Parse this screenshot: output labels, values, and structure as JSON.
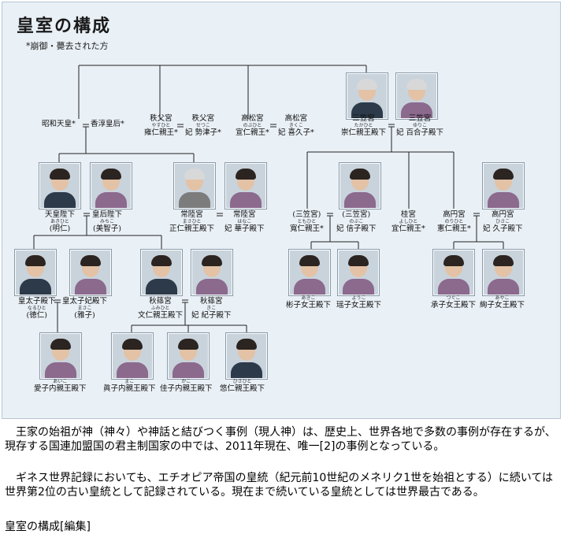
{
  "chart": {
    "title": "皇室の構成",
    "note": "*崩御・薨去された方"
  },
  "people": {
    "showa": "昭和天皇*",
    "kojun": "香淳皇后*",
    "chichibu_miya": "秩父宮",
    "chichibu_prince": "雍仁親王*",
    "chichibu_prince_ruby": "やすひと",
    "chichibu_consort_title": "秩父宮",
    "chichibu_consort": "妃 勢津子*",
    "chichibu_consort_ruby": "せつこ",
    "takamatsu_miya": "高松宮",
    "takamatsu_prince": "宣仁親王*",
    "takamatsu_prince_ruby": "のぶひと",
    "takamatsu_consort_title": "高松宮",
    "takamatsu_consort": "妃 喜久子*",
    "takamatsu_consort_ruby": "きくこ",
    "mikasa_miya": "三笠宮",
    "mikasa_prince": "崇仁親王殿下",
    "mikasa_prince_ruby": "たかひと",
    "mikasa_consort_title": "三笠宮",
    "mikasa_consort": "妃 百合子殿下",
    "mikasa_consort_ruby": "ゆりこ",
    "emperor": "天皇陛下",
    "emperor_name": "(明仁)",
    "emperor_ruby": "あきひと",
    "empress": "皇后陛下",
    "empress_name": "(美智子)",
    "empress_ruby": "みちこ",
    "hitachi_miya": "常陸宮",
    "hitachi_prince": "正仁親王殿下",
    "hitachi_prince_ruby": "まさひと",
    "hitachi_consort_title": "常陸宮",
    "hitachi_consort": "妃 華子殿下",
    "hitachi_consort_ruby": "はなこ",
    "mikasa2_miya": "(三笠宮)",
    "tomohito": "寬仁親王*",
    "tomohito_ruby": "ともひと",
    "mikasa2_consort_title": "(三笠宮)",
    "nobuko": "妃 信子殿下",
    "nobuko_ruby": "のぶこ",
    "katsura_miya": "桂宮",
    "yoshihito": "宜仁親王*",
    "yoshihito_ruby": "よしひと",
    "takamado_miya": "高円宮",
    "norihito": "憲仁親王*",
    "norihito_ruby": "のりひと",
    "takamado_consort_title": "高円宮",
    "hisako": "妃 久子殿下",
    "hisako_ruby": "ひさこ",
    "crown_prince": "皇太子殿下",
    "crown_prince_name": "(徳仁)",
    "crown_prince_ruby": "なるひと",
    "crown_princess": "皇太子妃殿下",
    "crown_princess_name": "(雅子)",
    "crown_princess_ruby": "まさこ",
    "akishino_miya": "秋篠宮",
    "fumihito": "文仁親王殿下",
    "fumihito_ruby": "ふみひと",
    "akishino_consort_title": "秋篠宮",
    "kiko": "妃 紀子殿下",
    "kiko_ruby": "きこ",
    "akiko": "彬子女王殿下",
    "akiko_ruby": "あきこ",
    "yoko": "瑶子女王殿下",
    "yoko_ruby": "ようこ",
    "tsuguko": "承子女王殿下",
    "tsuguko_ruby": "つぐこ",
    "ayako": "絢子女王殿下",
    "ayako_ruby": "あやこ",
    "aiko": "愛子内親王殿下",
    "aiko_ruby": "あいこ",
    "mako": "眞子内親王殿下",
    "mako_ruby": "まこ",
    "kako": "佳子内親王殿下",
    "kako_ruby": "かこ",
    "hisahito": "悠仁親王殿下",
    "hisahito_ruby": "ひさひと"
  },
  "text": {
    "p1": "　王家の始祖が神（神々）や神話と結びつく事例（現人神）は、歴史上、世界各地で多数の事例が存在するが、現存する国連加盟国の君主制国家の中では、2011年現在、唯一[2]の事例となっている。",
    "p2": "　ギネス世界記録においても、エチオピア帝国の皇統（紀元前10世紀のメネリク1世を始祖とする）に続いては世界第2位の古い皇統として記録されている。現在まで続いている皇統としては世界最古である。",
    "heading": "皇室の構成[編集]"
  },
  "colors": {
    "panel": "#e9f0f6",
    "line": "#222222"
  }
}
